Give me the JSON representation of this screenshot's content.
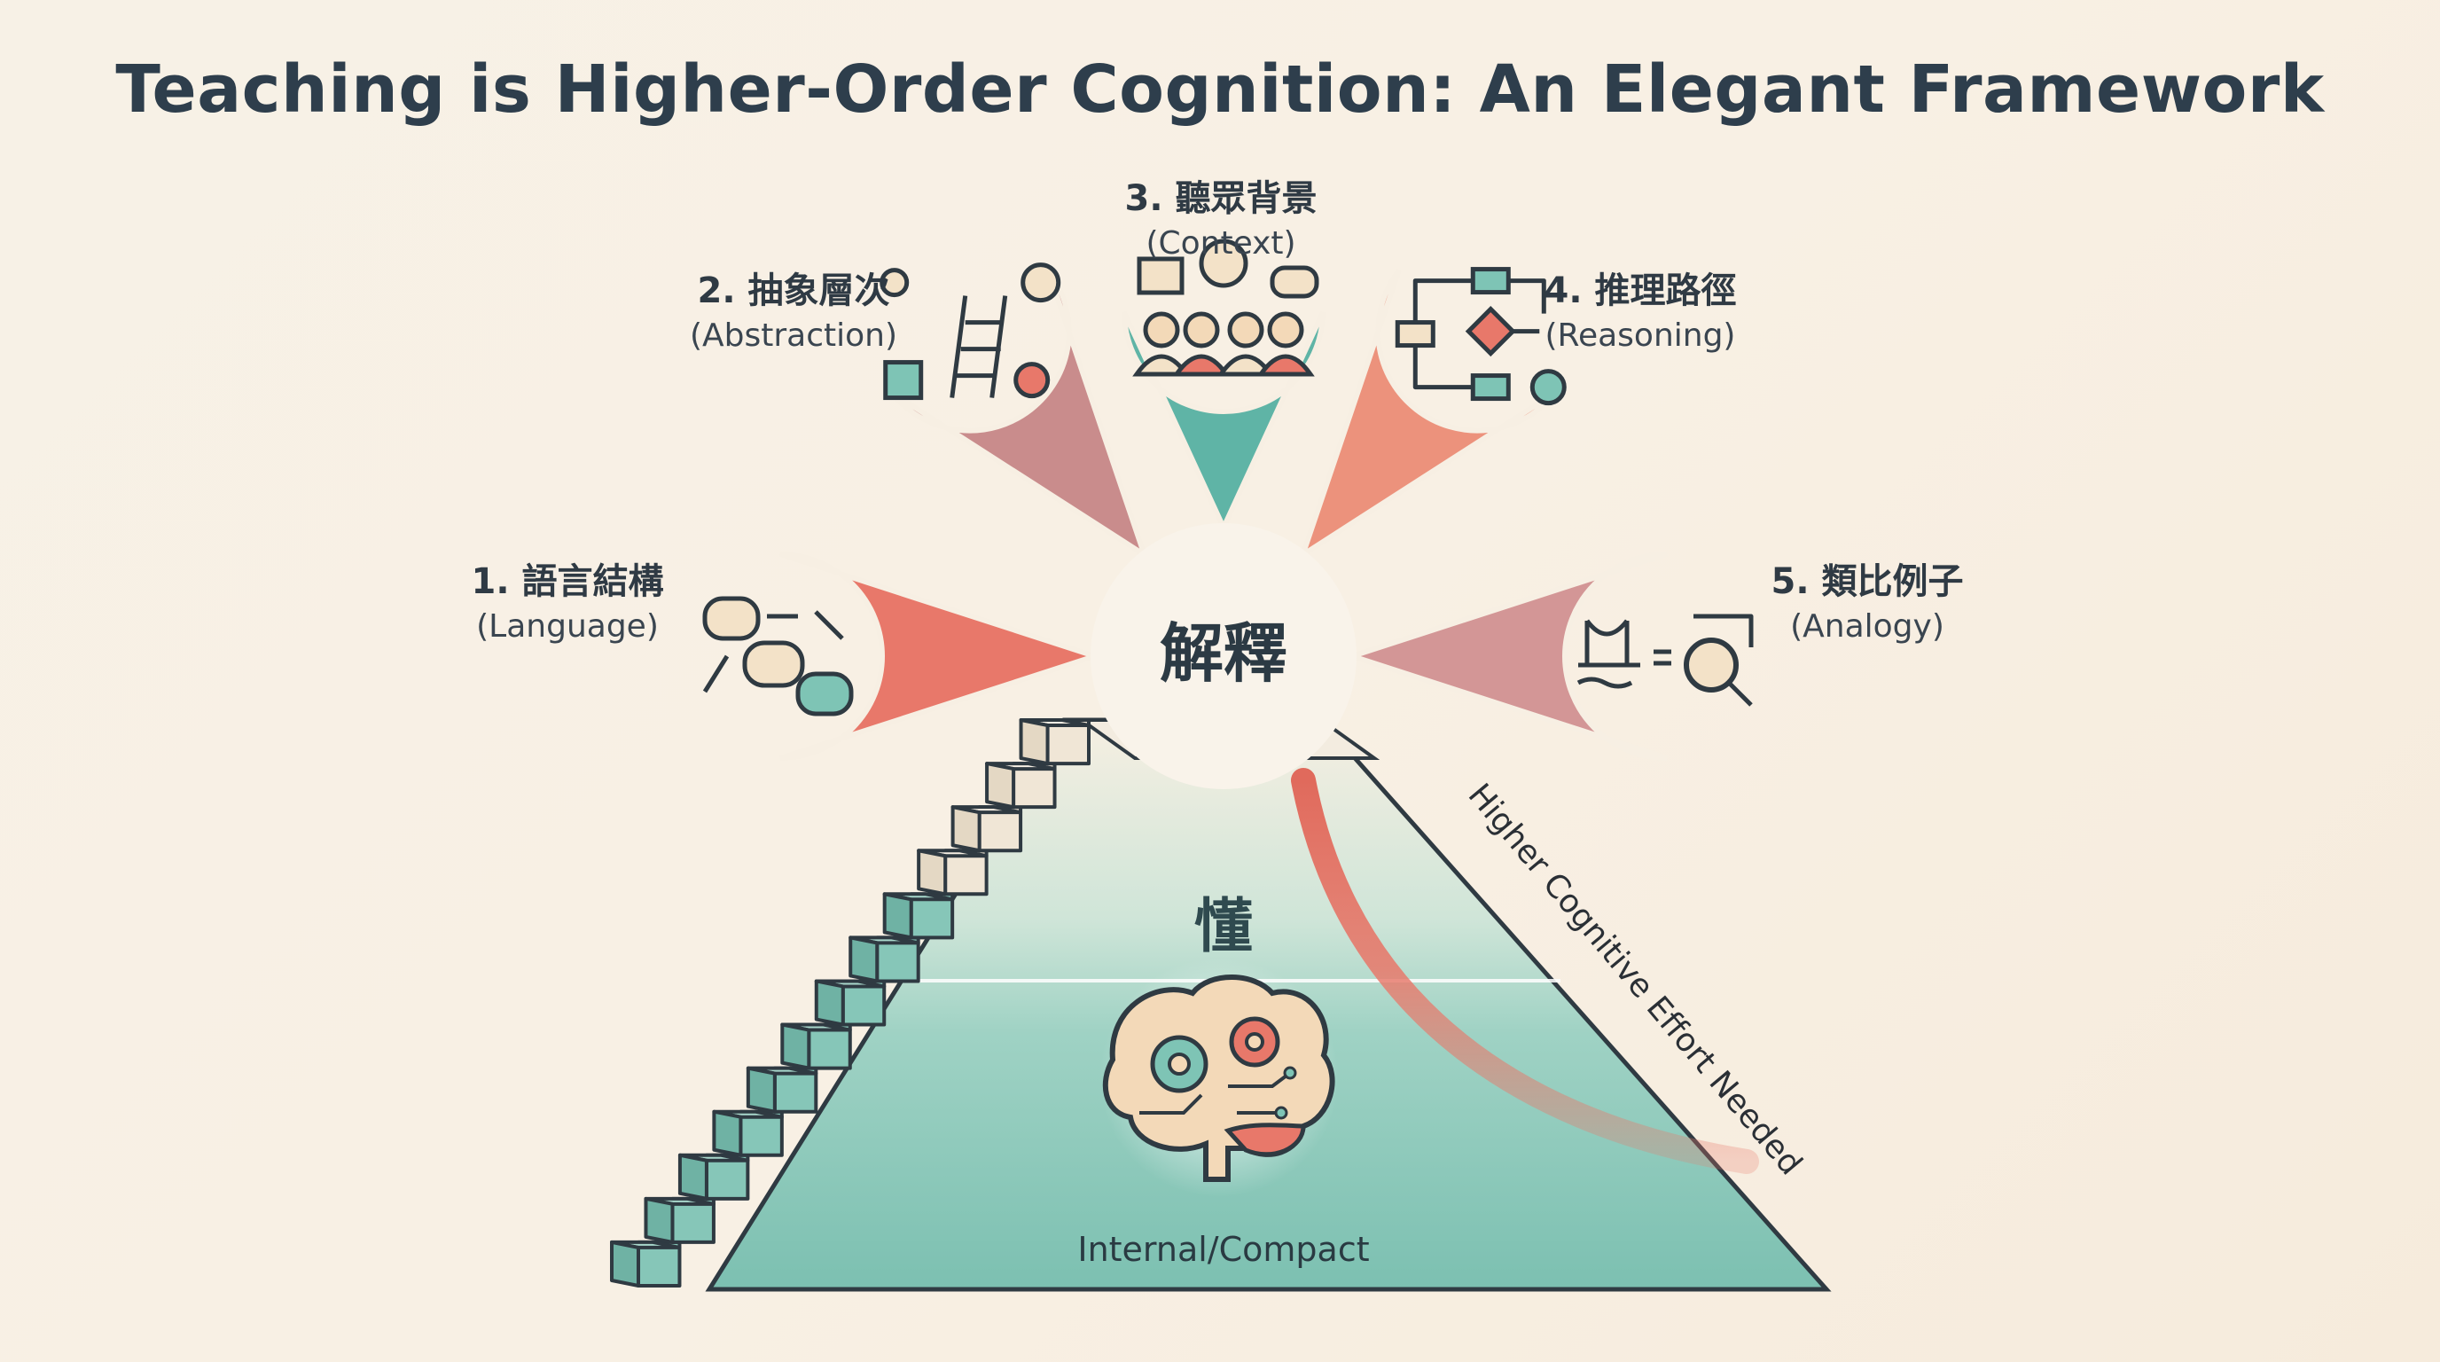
{
  "title": "Teaching is Higher-Order Cognition: An Elegant Framework",
  "center": "解釋",
  "middle": "懂",
  "base": "Internal/Compact",
  "effort": "Higher Cognitive Effort Needed",
  "petals": [
    {
      "num": "1. 語言結構",
      "sub": "(Language)",
      "color": "#e8786a",
      "icon": "speech-bubbles-translate-icon"
    },
    {
      "num": "2. 抽象層次",
      "sub": "(Abstraction)",
      "color": "#c98c8c",
      "icon": "ladder-shapes-lightbulb-icon"
    },
    {
      "num": "3. 聽眾背景",
      "sub": "(Context)",
      "color": "#5fb4a6",
      "icon": "audience-group-icon"
    },
    {
      "num": "4. 推理路徑",
      "sub": "(Reasoning)",
      "color": "#ec927c",
      "icon": "flowchart-icon"
    },
    {
      "num": "5. 類比例子",
      "sub": "(Analogy)",
      "color": "#d39696",
      "icon": "bridge-circuit-magnifier-icon"
    }
  ],
  "colors": {
    "title": "#2e3e4c",
    "teal": "#7ec4b5",
    "arrow": "#e8786a",
    "outline": "#2f3a42"
  },
  "brain_icon": "brain-gears-icon"
}
